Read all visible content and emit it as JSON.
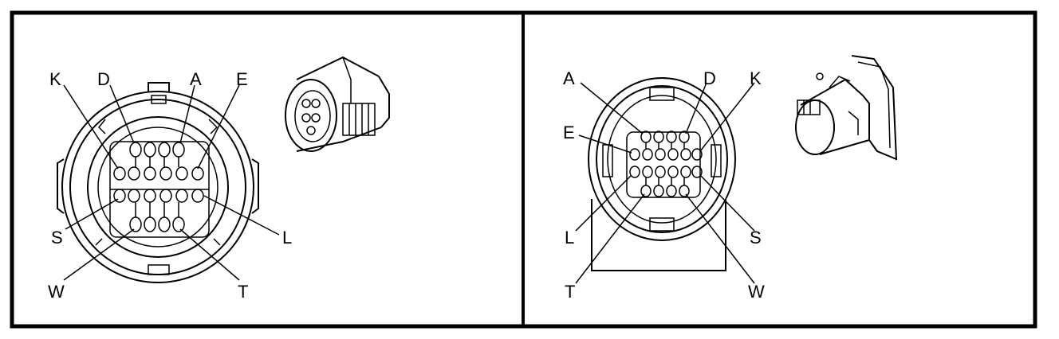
{
  "panels": [
    {
      "id": "left",
      "labels": {
        "K": "K",
        "D": "D",
        "A": "A",
        "E": "E",
        "S": "S",
        "L": "L",
        "W": "W",
        "T": "T"
      }
    },
    {
      "id": "right",
      "labels": {
        "A": "A",
        "D": "D",
        "K": "K",
        "E": "E",
        "L": "L",
        "S": "S",
        "T": "T",
        "W": "W"
      }
    }
  ]
}
